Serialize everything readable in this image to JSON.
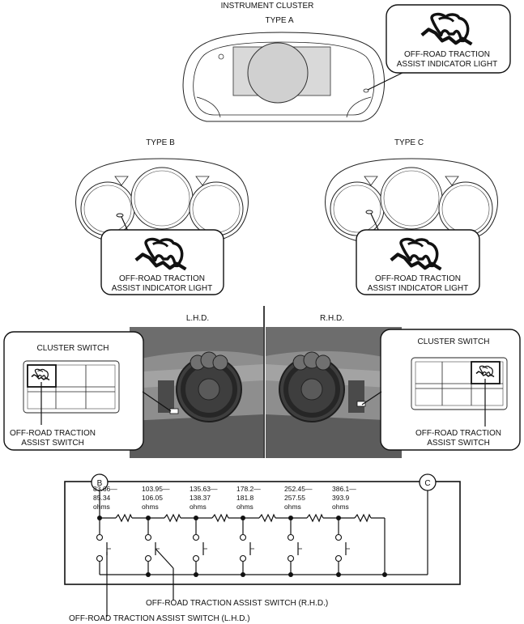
{
  "header": {
    "title": "INSTRUMENT CLUSTER",
    "type_a": "TYPE A",
    "type_b": "TYPE B",
    "type_c": "TYPE C"
  },
  "indicator_callouts": {
    "line1": "OFF-ROAD TRACTION",
    "line2": "ASSIST INDICATOR LIGHT"
  },
  "photo_section": {
    "lhd_label": "L.H.D.",
    "rhd_label": "R.H.D.",
    "cluster_switch_title": "CLUSTER SWITCH",
    "switch_line1": "OFF-ROAD TRACTION",
    "switch_line2": "ASSIST SWITCH"
  },
  "circuit": {
    "terminal_b": "B",
    "terminal_c": "C",
    "resistors": [
      {
        "range_top": "83.66—",
        "range_bottom": "85.34",
        "unit": "ohms"
      },
      {
        "range_top": "103.95—",
        "range_bottom": "106.05",
        "unit": "ohms"
      },
      {
        "range_top": "135.63—",
        "range_bottom": "138.37",
        "unit": "ohms"
      },
      {
        "range_top": "178.2—",
        "range_bottom": "181.8",
        "unit": "ohms"
      },
      {
        "range_top": "252.45—",
        "range_bottom": "257.55",
        "unit": "ohms"
      },
      {
        "range_top": "386.1—",
        "range_bottom": "393.9",
        "unit": "ohms"
      }
    ],
    "label_rhd": "OFF-ROAD TRACTION ASSIST SWITCH (R.H.D.)",
    "label_lhd": "OFF-ROAD TRACTION ASSIST SWITCH (L.H.D.)"
  },
  "icons": [
    "off-road-traction-assist-icon",
    "steering-wheel-icon",
    "push-switch-icon",
    "resistor-icon"
  ]
}
